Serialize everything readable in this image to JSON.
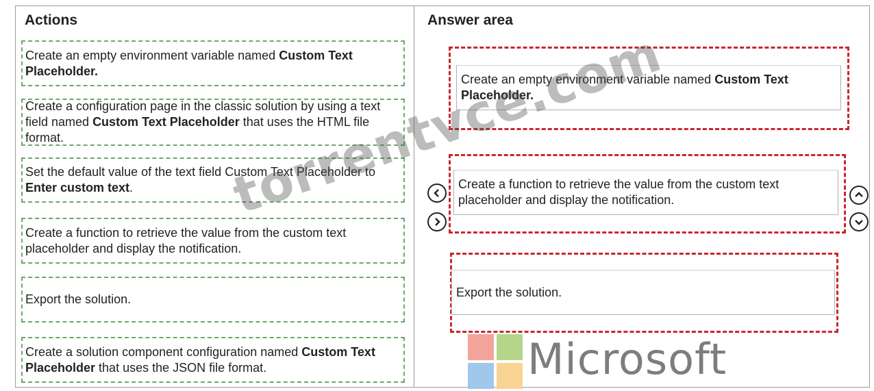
{
  "actions_heading": "Actions",
  "answer_heading": "Answer area",
  "actions": [
    {
      "pre": "Create an empty environment variable named ",
      "bold": "Custom Text Placeholder.",
      "post": ""
    },
    {
      "pre": "Create a configuration page in the classic solution by using a text field named ",
      "bold": "Custom Text Placeholder",
      "post": " that uses the HTML file format."
    },
    {
      "pre": "Set the default value of the text field Custom Text Placeholder to ",
      "bold": "Enter custom text",
      "post": "."
    },
    {
      "pre": "Create a function to retrieve the value from the custom text placeholder and display the notification.",
      "bold": "",
      "post": ""
    },
    {
      "pre": "Export the solution.",
      "bold": "",
      "post": ""
    },
    {
      "pre": "Create a solution component configuration named ",
      "bold": "Custom Text Placeholder",
      "post": " that uses the JSON file format."
    }
  ],
  "answers": [
    {
      "pre": "Create an empty environment variable named ",
      "bold": "Custom Text Placeholder.",
      "post": ""
    },
    {
      "pre": "Create a function to retrieve the value from the custom text placeholder and display the notification.",
      "bold": "",
      "post": ""
    },
    {
      "pre": "Export the solution.",
      "bold": "",
      "post": ""
    }
  ],
  "controls": {
    "move_left_icon": "chevron-left",
    "move_right_icon": "chevron-right",
    "move_up_icon": "chevron-up",
    "move_down_icon": "chevron-down"
  },
  "watermark": "torrentvce.com",
  "logo": {
    "text": "Microsoft",
    "colors": [
      "#f3a49a",
      "#b5d68a",
      "#9fc8ec",
      "#f9d394"
    ]
  },
  "colors": {
    "source_border": "#6aa86a",
    "target_border": "#c8262c"
  }
}
